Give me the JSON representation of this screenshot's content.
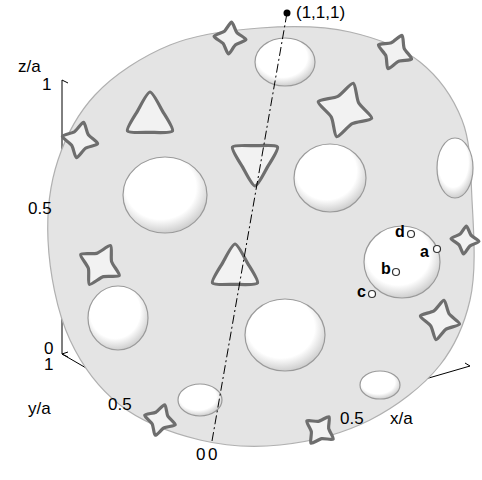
{
  "diagram": {
    "labels": [
      "(1,1,1)",
      "z/a",
      "1",
      "0.5",
      "0",
      "1",
      "0.5",
      "y/a",
      "0",
      "0",
      "0.5",
      "x/a",
      "d",
      "a",
      "b",
      "c"
    ]
  }
}
